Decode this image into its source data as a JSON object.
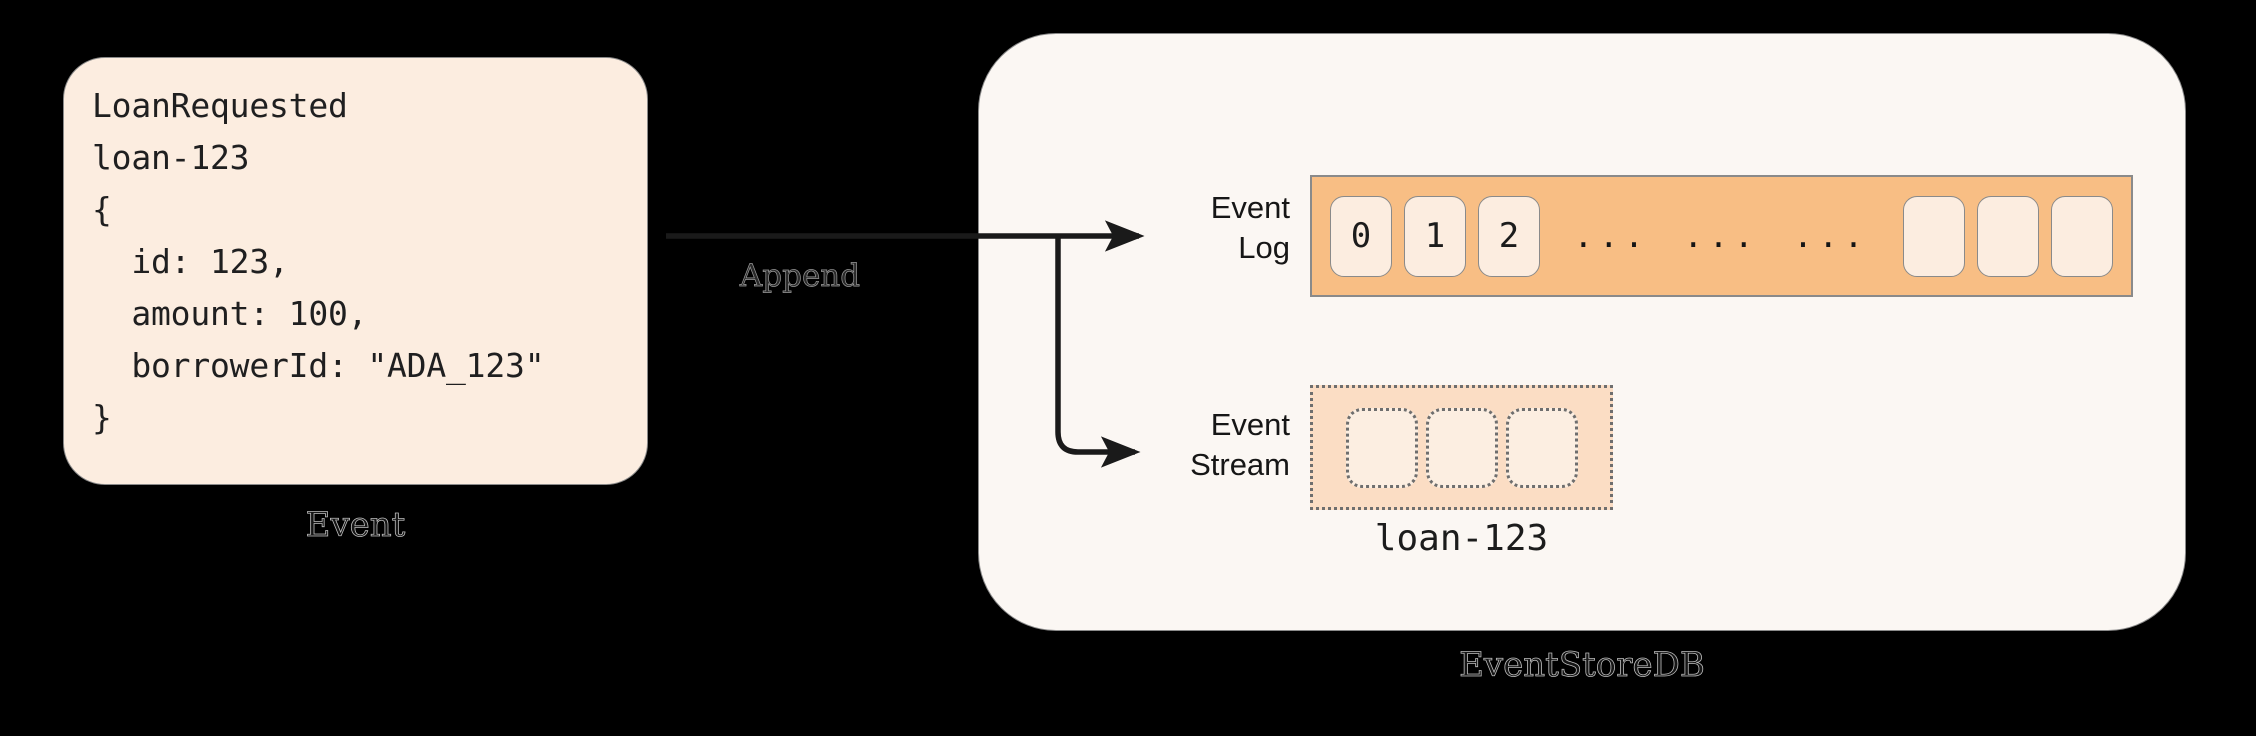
{
  "diagram": {
    "title_hidden": "",
    "background_color": "#000000"
  },
  "event_card": {
    "caption": "Event",
    "code": "LoanRequested\nloan-123\n{\n  id: 123,\n  amount: 100,\n  borrowerId: \"ADA_123\"\n}",
    "fill_color": "#FCEDE0",
    "border_color": "#8A8A8A"
  },
  "arrow": {
    "label": "Append",
    "color": "#1A1A1A"
  },
  "eventstore": {
    "caption": "EventStoreDB",
    "fill_color": "#FBF7F3",
    "border_color": "#8A8A8A",
    "event_log": {
      "label": "Event\nLog",
      "strip_color": "#F8BE84",
      "cell_color": "#FCEDE0",
      "filled_cells": [
        "0",
        "1",
        "2"
      ],
      "ellipsis_groups": [
        "...",
        "...",
        "..."
      ],
      "empty_cells": [
        "",
        "",
        ""
      ]
    },
    "event_stream": {
      "label": "Event\nStream",
      "strip_color": "#FBDDC4",
      "cell_color": "#FCEEE1",
      "cells": [
        "",
        "",
        ""
      ],
      "stream_id": "loan-123"
    }
  }
}
